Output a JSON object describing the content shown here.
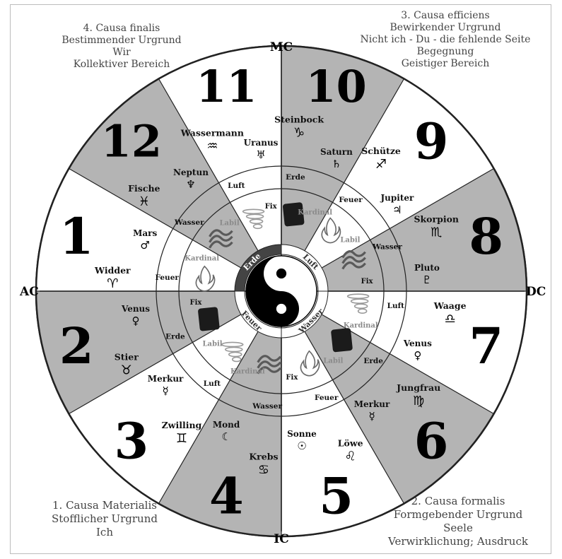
{
  "corners": {
    "top_left": [
      "4. Causa finalis",
      "Bestimmender Urgrund",
      "Wir",
      "Kollektiver Bereich"
    ],
    "top_right": [
      "3. Causa efficiens",
      "Bewirkender Urgrund",
      "Nicht ich - Du - die fehlende Seite",
      "Begegnung",
      "Geistiger Bereich"
    ],
    "bottom_left": [
      "1. Causa Materialis",
      "Stofflicher Urgrund",
      "Ich"
    ],
    "bottom_right": [
      "2. Causa formalis",
      "Formgebender Urgrund",
      "Seele",
      "Verwirklichung; Ausdruck"
    ]
  },
  "axes": {
    "mc": "MC",
    "ic": "IC",
    "ac": "AC",
    "dc": "DC"
  },
  "houses": [
    {
      "number": "1",
      "sign": "Widder",
      "sign_glyph": "♈",
      "planet": "Mars",
      "planet_glyph": "♂",
      "element": "Feuer",
      "quality": "Kardinal",
      "shaded": false
    },
    {
      "number": "2",
      "sign": "Stier",
      "sign_glyph": "♉",
      "planet": "Venus",
      "planet_glyph": "♀",
      "element": "Erde",
      "quality": "Fix",
      "shaded": true
    },
    {
      "number": "3",
      "sign": "Zwilling",
      "sign_glyph": "♊",
      "planet": "Merkur",
      "planet_glyph": "☿",
      "element": "Luft",
      "quality": "Labil",
      "shaded": false
    },
    {
      "number": "4",
      "sign": "Krebs",
      "sign_glyph": "♋",
      "planet": "Mond",
      "planet_glyph": "☾",
      "element": "Wasser",
      "quality": "Kardinal",
      "shaded": true
    },
    {
      "number": "5",
      "sign": "Löwe",
      "sign_glyph": "♌",
      "planet": "Sonne",
      "planet_glyph": "☉",
      "element": "Feuer",
      "quality": "Fix",
      "shaded": false
    },
    {
      "number": "6",
      "sign": "Jungfrau",
      "sign_glyph": "♍",
      "planet": "Merkur",
      "planet_glyph": "☿",
      "element": "Erde",
      "quality": "Labil",
      "shaded": true
    },
    {
      "number": "7",
      "sign": "Waage",
      "sign_glyph": "♎",
      "planet": "Venus",
      "planet_glyph": "♀",
      "element": "Luft",
      "quality": "Kardinal",
      "shaded": false
    },
    {
      "number": "8",
      "sign": "Skorpion",
      "sign_glyph": "♏",
      "planet": "Pluto",
      "planet_glyph": "♇",
      "element": "Wasser",
      "quality": "Fix",
      "shaded": true
    },
    {
      "number": "9",
      "sign": "Schütze",
      "sign_glyph": "♐",
      "planet": "Jupiter",
      "planet_glyph": "♃",
      "element": "Feuer",
      "quality": "Labil",
      "shaded": false
    },
    {
      "number": "10",
      "sign": "Steinbock",
      "sign_glyph": "♑",
      "planet": "Saturn",
      "planet_glyph": "♄",
      "element": "Erde",
      "quality": "Kardinal",
      "shaded": true
    },
    {
      "number": "11",
      "sign": "Wassermann",
      "sign_glyph": "♒",
      "planet": "Uranus",
      "planet_glyph": "♅",
      "element": "Luft",
      "quality": "Fix",
      "shaded": false
    },
    {
      "number": "12",
      "sign": "Fische",
      "sign_glyph": "♓",
      "planet": "Neptun",
      "planet_glyph": "♆",
      "element": "Wasser",
      "quality": "Labil",
      "shaded": true
    }
  ],
  "center_ring": [
    {
      "label": "Erde",
      "dark": true
    },
    {
      "label": "Luft",
      "dark": false
    },
    {
      "label": "Wasser",
      "dark": false
    },
    {
      "label": "Feuer",
      "dark": false
    }
  ],
  "colors": {
    "shade": "#b4b4b4",
    "line": "#222222",
    "text": "#111111",
    "muted": "#8a8a8a",
    "erde_arc": "#444444"
  }
}
